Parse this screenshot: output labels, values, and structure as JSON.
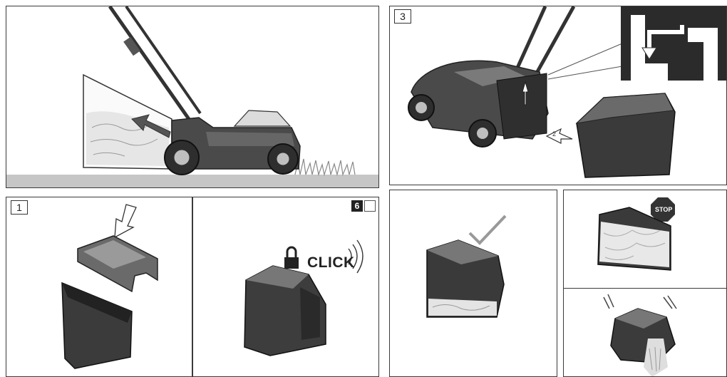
{
  "panels": {
    "top_left": {
      "step": ""
    },
    "top_right": {
      "step": "3",
      "arrow_label": "2"
    },
    "bottom_left_a": {
      "step": "1"
    },
    "bottom_left_b": {
      "page_number": "6",
      "click_label": "CLICK"
    },
    "stop_panel": {
      "stop_label": "STOP"
    }
  },
  "colors": {
    "line": "#2b2b2b",
    "body_dark": "#3c3c3c",
    "body_mid": "#6b6b6b",
    "grass": "#d9d9d9",
    "ground": "#bdbdbd"
  }
}
